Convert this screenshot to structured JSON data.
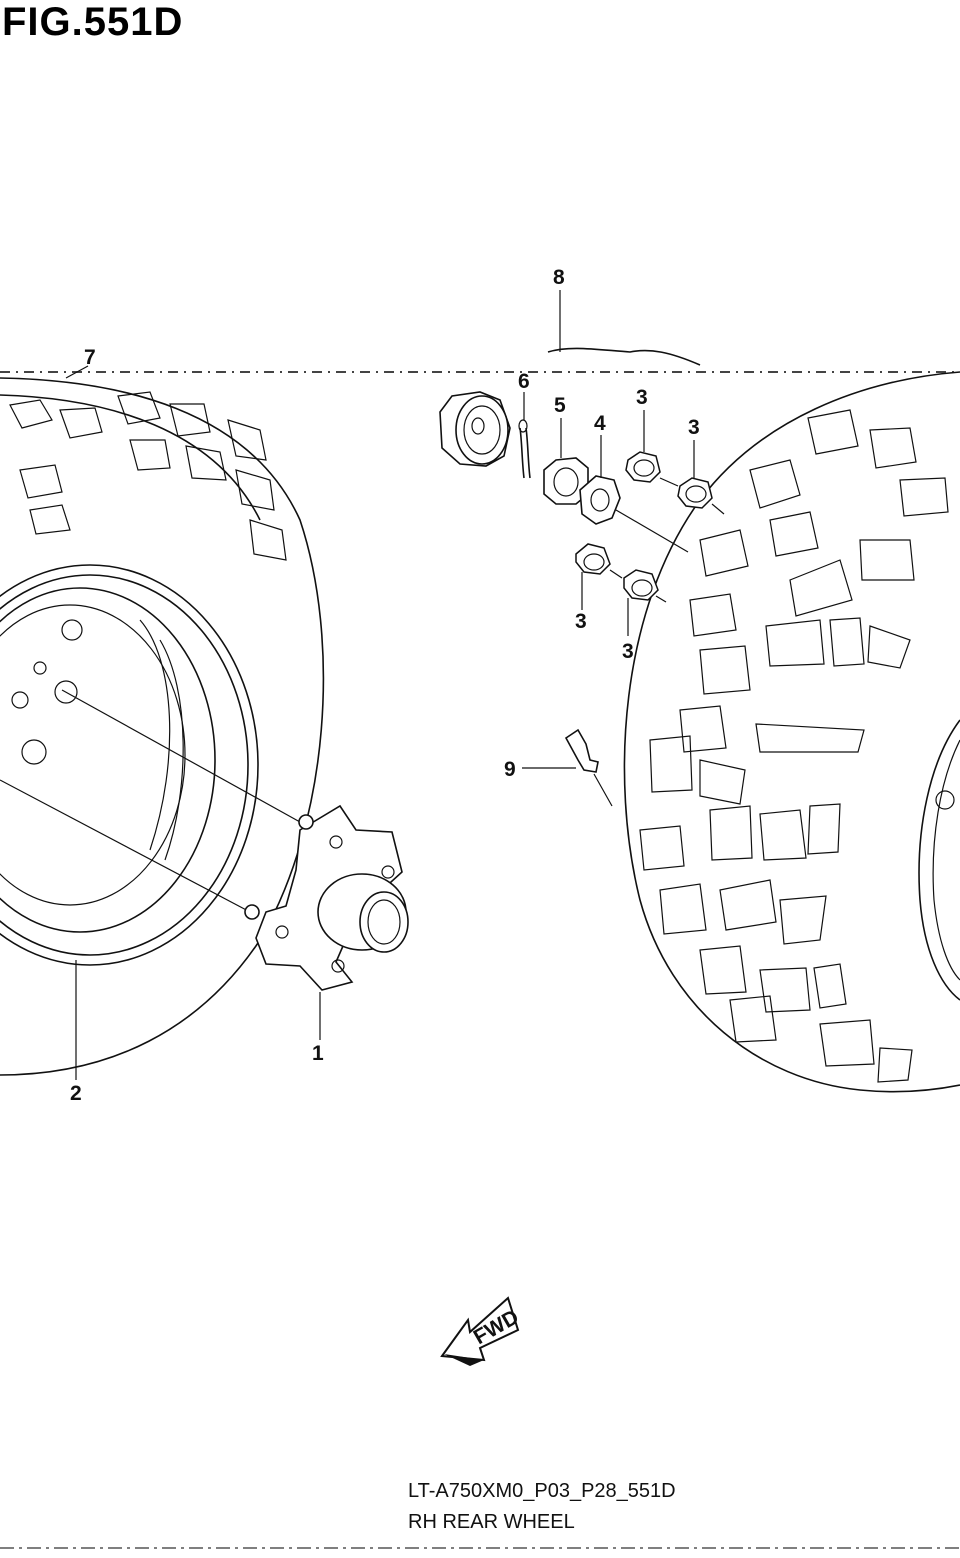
{
  "figure": {
    "title": "FIG.551D",
    "code": "LT-A750XM0_P03_P28_551D",
    "name": "RH REAR WHEEL",
    "direction_label": "FWD"
  },
  "callouts": [
    {
      "key": "hub",
      "label": "1"
    },
    {
      "key": "wheel",
      "label": "2"
    },
    {
      "key": "nut_a",
      "label": "3"
    },
    {
      "key": "nut_b",
      "label": "3"
    },
    {
      "key": "nut_c",
      "label": "3"
    },
    {
      "key": "nut_d",
      "label": "3"
    },
    {
      "key": "washer",
      "label": "4"
    },
    {
      "key": "castle_nut",
      "label": "5"
    },
    {
      "key": "cotter_pin",
      "label": "6"
    },
    {
      "key": "tire_left",
      "label": "7"
    },
    {
      "key": "tire_right",
      "label": "8"
    },
    {
      "key": "valve",
      "label": "9"
    }
  ]
}
